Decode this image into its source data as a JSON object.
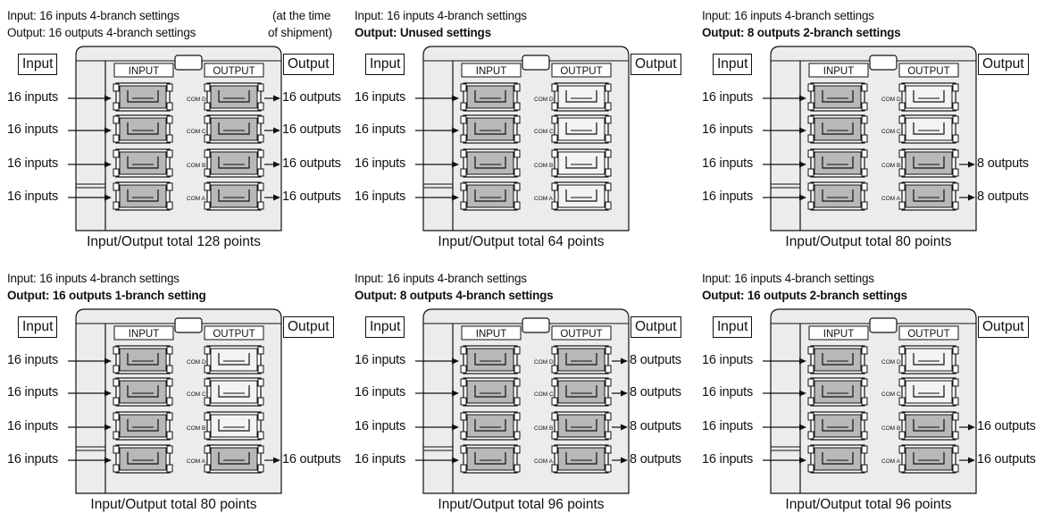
{
  "labels": {
    "input_box": "Input",
    "output_box": "Output",
    "input_header": "INPUT",
    "output_header": "OUTPUT",
    "com_labels": [
      "COM D",
      "COM C",
      "COM B",
      "COM A"
    ]
  },
  "panels": [
    {
      "id": "panel-1",
      "caption_input": "Input:   16 inputs 4-branch settings",
      "caption_output": "Output: 16 outputs 4-branch settings",
      "caption_output_bold": false,
      "note_line1": "(at the time",
      "note_line2": "of shipment)",
      "input_labels": [
        "16 inputs",
        "16 inputs",
        "16 inputs",
        "16 inputs"
      ],
      "output_active": [
        true,
        true,
        true,
        true
      ],
      "output_labels": [
        "16 outputs",
        "16 outputs",
        "16 outputs",
        "16 outputs"
      ],
      "total": "Input/Output total 128 points"
    },
    {
      "id": "panel-2",
      "caption_input": "Input:   16 inputs 4-branch settings",
      "caption_output": "Output: Unused settings",
      "caption_output_bold": true,
      "input_labels": [
        "16 inputs",
        "16 inputs",
        "16 inputs",
        "16 inputs"
      ],
      "output_active": [
        false,
        false,
        false,
        false
      ],
      "output_labels": [
        "",
        "",
        "",
        ""
      ],
      "total": "Input/Output total 64 points"
    },
    {
      "id": "panel-3",
      "caption_input": "Input:   16 inputs 4-branch settings",
      "caption_output": "Output: 8 outputs 2-branch settings",
      "caption_output_bold": true,
      "input_labels": [
        "16 inputs",
        "16 inputs",
        "16 inputs",
        "16 inputs"
      ],
      "output_active": [
        false,
        false,
        true,
        true
      ],
      "output_labels": [
        "",
        "",
        "8 outputs",
        "8 outputs"
      ],
      "total": "Input/Output total 80 points"
    },
    {
      "id": "panel-4",
      "caption_input": "Input:   16 inputs 4-branch settings",
      "caption_output": "Output: 16 outputs 1-branch setting",
      "caption_output_bold": true,
      "input_labels": [
        "16 inputs",
        "16 inputs",
        "16 inputs",
        "16 inputs"
      ],
      "output_active": [
        false,
        false,
        false,
        true
      ],
      "output_labels": [
        "",
        "",
        "",
        "16 outputs"
      ],
      "total": "Input/Output total 80 points"
    },
    {
      "id": "panel-5",
      "caption_input": "Input:   16 inputs 4-branch settings",
      "caption_output": "Output: 8 outputs 4-branch settings",
      "caption_output_bold": true,
      "input_labels": [
        "16 inputs",
        "16 inputs",
        "16 inputs",
        "16 inputs"
      ],
      "output_active": [
        true,
        true,
        true,
        true
      ],
      "output_labels": [
        "8 outputs",
        "8 outputs",
        "8 outputs",
        "8 outputs"
      ],
      "total": "Input/Output total 96 points"
    },
    {
      "id": "panel-6",
      "caption_input": "Input:   16 inputs 4-branch settings",
      "caption_output": "Output: 16 outputs 2-branch settings",
      "caption_output_bold": true,
      "input_labels": [
        "16 inputs",
        "16 inputs",
        "16 inputs",
        "16 inputs"
      ],
      "output_active": [
        false,
        false,
        true,
        true
      ],
      "output_labels": [
        "",
        "",
        "16 outputs",
        "16 outputs"
      ],
      "total": "Input/Output total 96 points"
    }
  ]
}
